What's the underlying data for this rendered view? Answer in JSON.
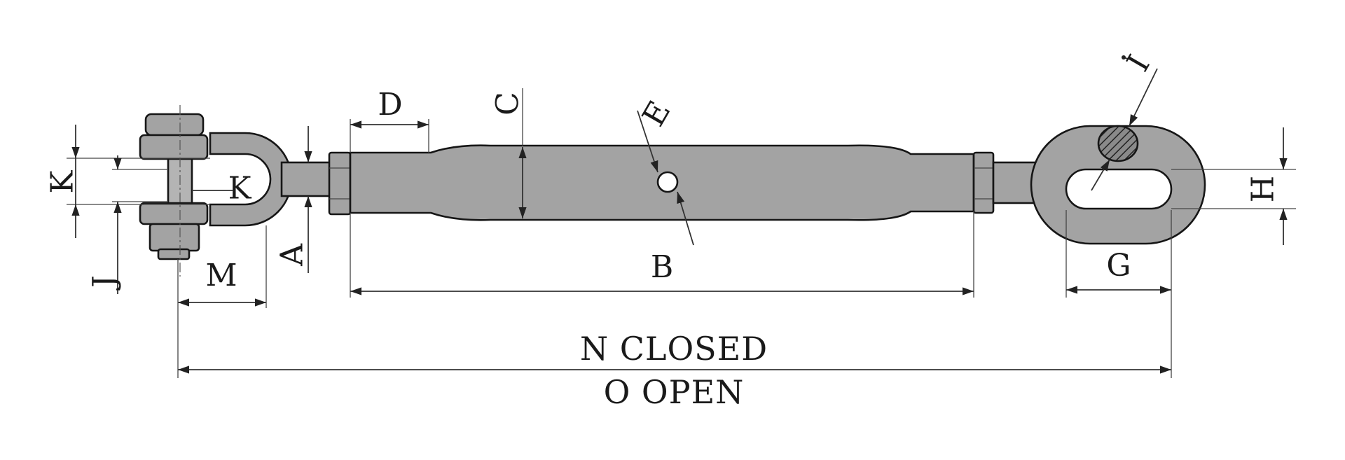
{
  "diagram": {
    "labels": {
      "a": "A",
      "b": "B",
      "c": "C",
      "d": "D",
      "e": "E",
      "g": "G",
      "h": "H",
      "i": "I",
      "j": "J",
      "k_outer": "K",
      "k_inner": "K",
      "m": "M",
      "n": "N CLOSED",
      "o": "O OPEN"
    },
    "colors": {
      "body_fill": "#a3a3a3",
      "outline": "#161616",
      "hatch": "#333333"
    }
  }
}
